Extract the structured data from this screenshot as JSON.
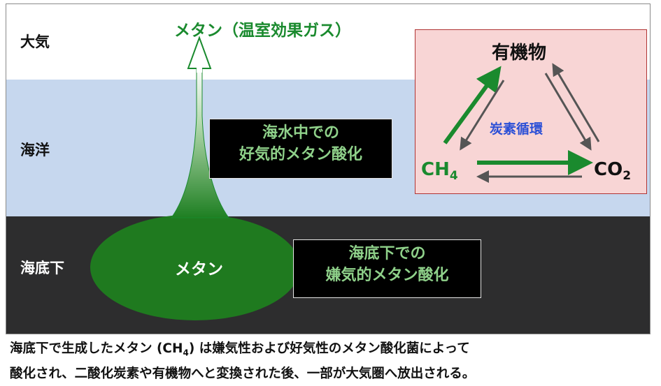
{
  "zones": {
    "atmosphere": "大気",
    "ocean": "海洋",
    "seabed": "海底下"
  },
  "methane_title": "メタン（温室効果ガス）",
  "ellipse_label": "メタン",
  "aerobic_box": {
    "line1": "海水中での",
    "line2": "好気的メタン酸化"
  },
  "anaerobic_box": {
    "line1": "海底下での",
    "line2": "嫌気的メタン酸化"
  },
  "carbon_cycle": {
    "organic": "有機物",
    "label": "炭素循環",
    "ch4_main": "CH",
    "ch4_sub": "4",
    "co2_main": "CO",
    "co2_sub": "2"
  },
  "caption": {
    "line1_a": "海底下で生成したメタン (CH",
    "line1_sub": "4",
    "line1_b": ") は嫌気性および好気性のメタン酸化菌によって",
    "line2": "酸化され、二酸化炭素や有機物へと変換された後、一部が大気圏へ放出される。"
  },
  "colors": {
    "green": "#1a8a2e",
    "light_green_text": "#8fd18a",
    "cycle_blue": "#2b4fd6",
    "ocean": "#c6d7ee",
    "seabed": "#2d2d2e",
    "cycle_bg": "#f8d5d5"
  }
}
